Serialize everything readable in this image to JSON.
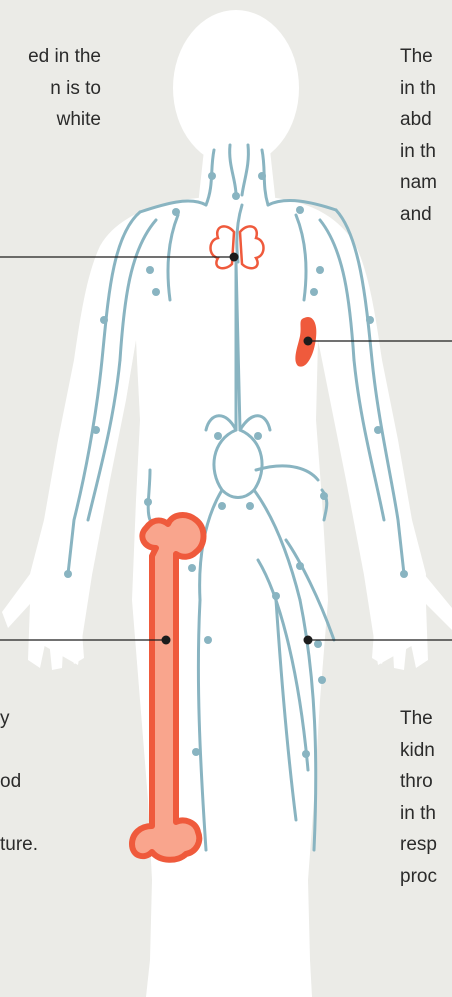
{
  "captions": {
    "top_left": {
      "lines": [
        "ed in the",
        "n is to",
        "white"
      ]
    },
    "top_right": {
      "lines": [
        "The",
        "in th",
        "abd",
        "in th",
        "nam",
        "and"
      ]
    },
    "bottom_left": {
      "lines": [
        "y",
        "",
        "od",
        "",
        "ture."
      ]
    },
    "bottom_right": {
      "lines": [
        "The",
        "kidn",
        "thro",
        "in th",
        "resp",
        "proc"
      ]
    }
  },
  "colors": {
    "background": "#ebebe7",
    "body": "#ffffff",
    "lymph": "#89b4c1",
    "organ": "#ef5a3c",
    "bone_fill": "#f9a58d",
    "text": "#2b2b2b",
    "leader": "#1c1c1c"
  },
  "icons": [
    "thymus-icon",
    "spleen-icon",
    "femur-bone-icon",
    "lymph-node-marker"
  ]
}
